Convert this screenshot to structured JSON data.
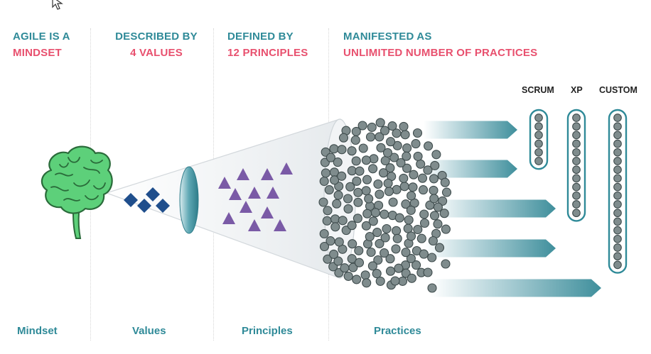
{
  "headers": [
    {
      "line1": "AGILE IS A",
      "line2": "MINDSET"
    },
    {
      "line1": "DESCRIBED BY",
      "line2": "4 VALUES"
    },
    {
      "line1": "DEFINED BY",
      "line2": "12 PRINCIPLES"
    },
    {
      "line1": "MANIFESTED AS",
      "line2": "UNLIMITED NUMBER OF PRACTICES"
    }
  ],
  "footer": [
    "Mindset",
    "Values",
    "Principles",
    "Practices"
  ],
  "frameworks": [
    "SCRUM",
    "XP",
    "CUSTOM"
  ],
  "colors": {
    "teal": "#2f8a98",
    "pink": "#e8506e",
    "brain": "#5dd07a",
    "brain_outline": "#2a6b3a",
    "diamond": "#1f4e8c",
    "triangle": "#7a5aa6",
    "dot": "#7f8c8d",
    "cone": "#eef1f3"
  },
  "icons": {
    "brain": "brain-icon",
    "cursor": "mouse-cursor-icon"
  },
  "counts": {
    "values": 4,
    "principles": 12,
    "scrum_practices": 6,
    "xp_practices": 12,
    "custom_practices": 18
  }
}
